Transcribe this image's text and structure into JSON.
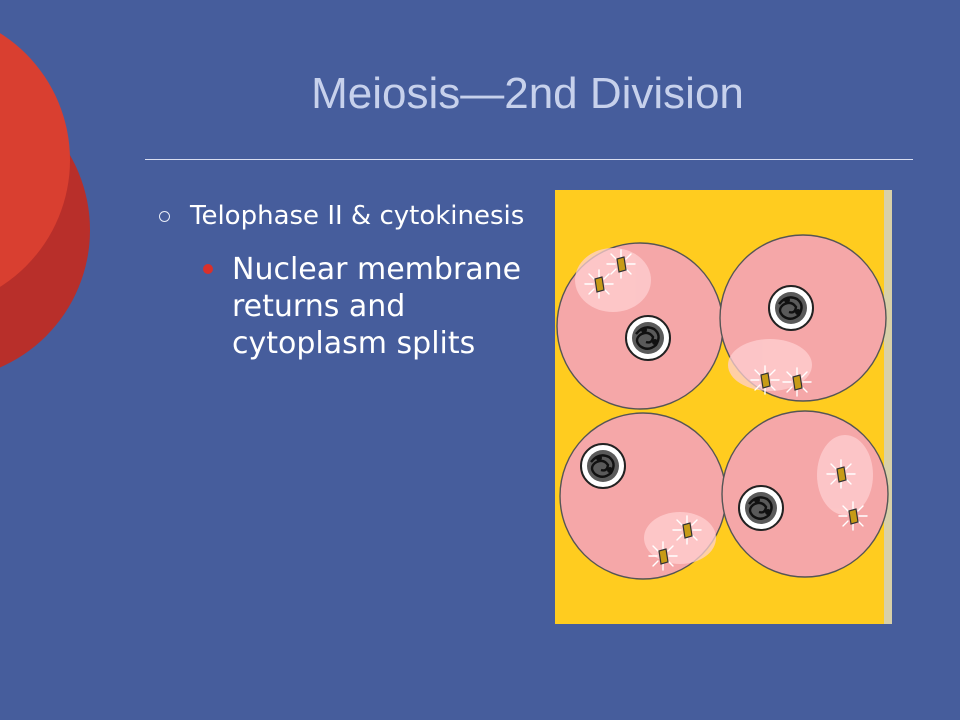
{
  "slide": {
    "title": "Meiosis—2nd Division",
    "bullets": [
      {
        "text": "Telophase II & cytokinesis",
        "sub": [
          {
            "text": "Nuclear membrane returns and cytoplasm splits"
          }
        ]
      }
    ]
  },
  "colors": {
    "background": "#465d9c",
    "title": "#c7d1ec",
    "accent_red": "#d9302b",
    "figure_background": "#ffcc1f",
    "cell_fill": "#f5a7a8"
  },
  "icons": {
    "level1_marker": "hollow-circle-bullet",
    "level2_marker": "red-dot-bullet"
  }
}
